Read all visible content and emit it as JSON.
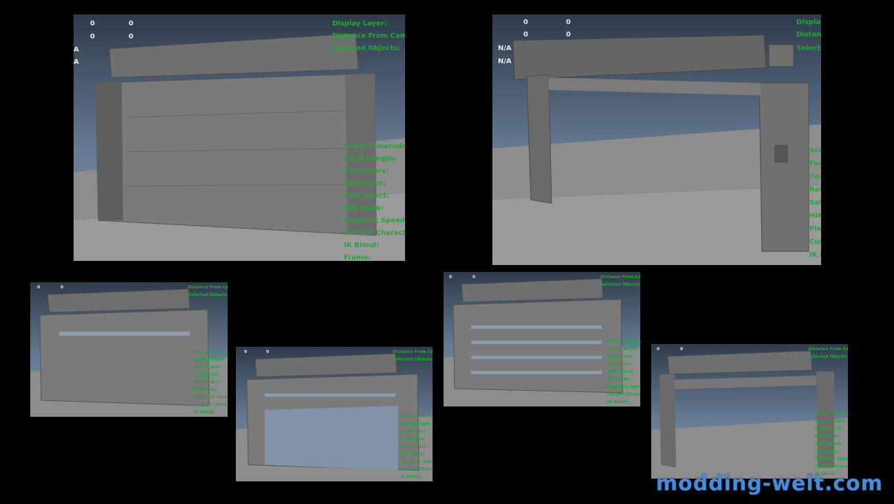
{
  "hud": {
    "display_layer": "Display Layer:",
    "distance": "Distance From Camera:",
    "selected": "Selected Objects:",
    "timecode": "Scene Timecode:",
    "focal": "Focal Length:",
    "containers": "Containers:",
    "reflection": "Reflection:",
    "soft_select": "Soft Select:",
    "hik_mode": "HIK Mode:",
    "playback": "Playback Speed:",
    "current_char": "Current Character:",
    "ik_blend": "IK Blend:",
    "frame_rate": "Frame:"
  },
  "numbers": {
    "zero": "0",
    "na": "N/A",
    "a": "A"
  },
  "watermark": "modding-welt.com",
  "colors": {
    "hud_green": "#25a53b",
    "watermark_blue": "#4b8bd6"
  }
}
